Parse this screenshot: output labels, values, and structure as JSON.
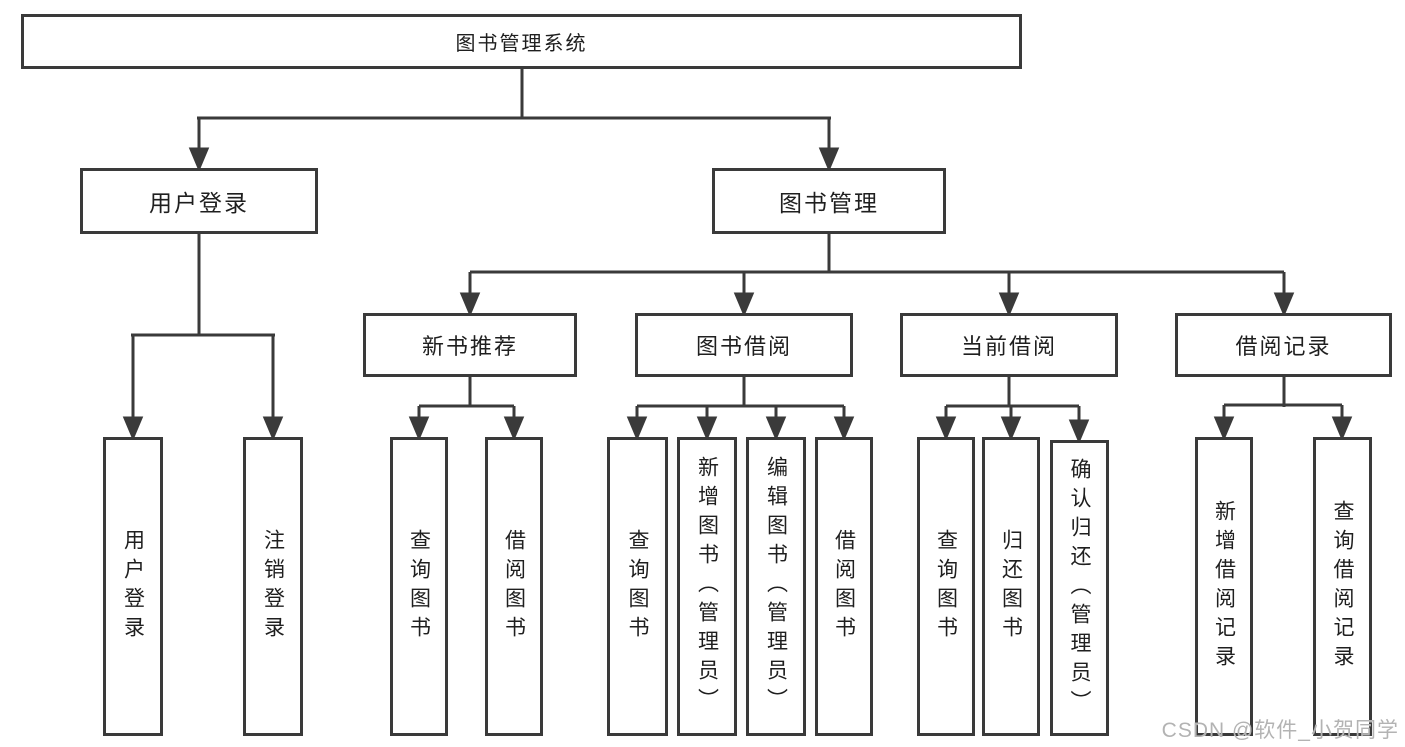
{
  "diagram": {
    "title": "图书管理系统",
    "root": {
      "label": "图书管理系统"
    },
    "level2": {
      "user_login": {
        "label": "用户登录"
      },
      "book_management": {
        "label": "图书管理"
      }
    },
    "level3": {
      "new_book_recommend": {
        "label": "新书推荐"
      },
      "book_borrow": {
        "label": "图书借阅"
      },
      "current_borrow": {
        "label": "当前借阅"
      },
      "borrow_records": {
        "label": "借阅记录"
      }
    },
    "leaves": {
      "user_login_1": "用户登录",
      "user_login_2": "注销登录",
      "new_book_1": "查询图书",
      "new_book_2": "借阅图书",
      "book_borrow_1": "查询图书",
      "book_borrow_2": "新增图书（管理员）",
      "book_borrow_3": "编辑图书（管理员）",
      "book_borrow_4": "借阅图书",
      "current_1": "查询图书",
      "current_2": "归还图书",
      "current_3": "确认归还（管理员）",
      "records_1": "新增借阅记录",
      "records_2": "查询借阅记录"
    }
  },
  "watermark": {
    "text": "CSDN @软件_小贺同学"
  },
  "colors": {
    "line": "#3a3a3a",
    "text": "#1f1f1f",
    "watermark": "#b3b3b3",
    "background": "#ffffff"
  }
}
